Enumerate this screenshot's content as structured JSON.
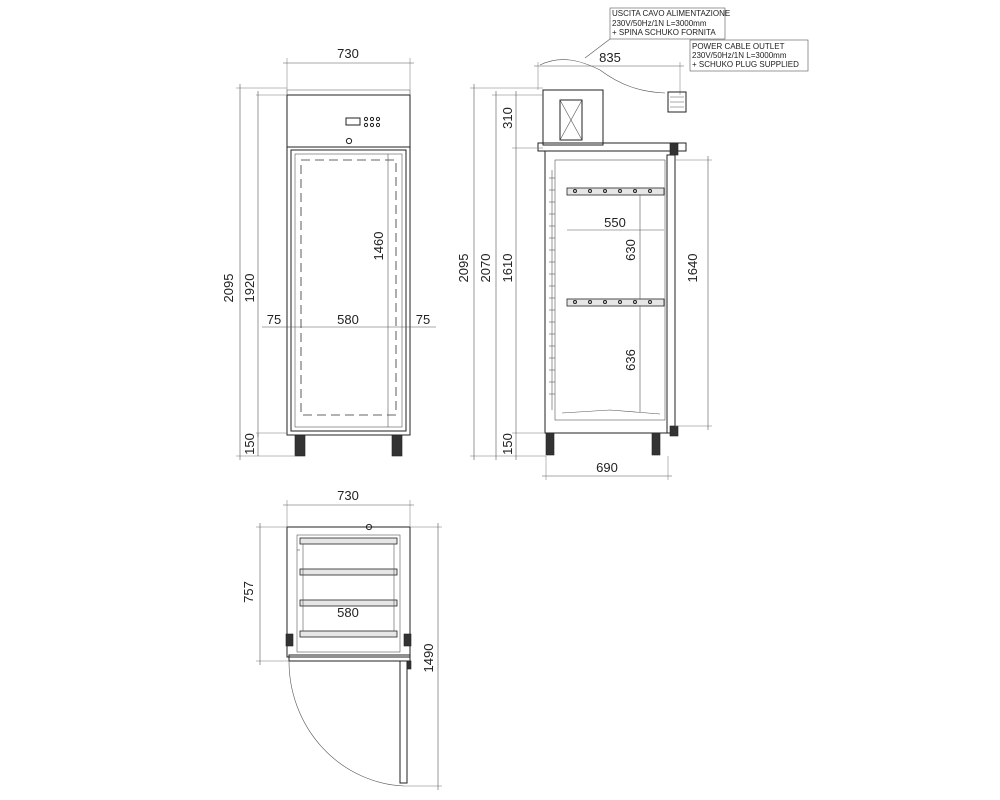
{
  "front_view": {
    "width_label": "730",
    "total_height_label": "2095",
    "body_height_label": "1920",
    "door_height_label": "1460",
    "inner_width_label": "580",
    "left_margin_label": "75",
    "right_margin_label": "75",
    "foot_height_label": "150"
  },
  "side_view": {
    "depth_label": "835",
    "top_unit_label": "310",
    "total_height_label": "2095",
    "height_label": "2070",
    "inner_height_label": "1610",
    "shelf_width_label": "550",
    "upper_shelf_gap_label": "630",
    "lower_shelf_gap_label": "636",
    "door_height_label": "1640",
    "foot_height_label": "150",
    "base_depth_label": "690"
  },
  "top_view": {
    "width_label": "730",
    "depth_label": "757",
    "inner_width_label": "580",
    "door_open_label": "1490"
  },
  "notes": {
    "it_line1": "USCITA CAVO ALIMENTAZIONE",
    "it_line2": "230V/50Hz/1N L=3000mm",
    "it_line3": "+ SPINA SCHUKO FORNITA",
    "en_line1": "POWER CABLE OUTLET",
    "en_line2": "230V/50Hz/1N L=3000mm",
    "en_line3": "+ SCHUKO PLUG SUPPLIED"
  }
}
